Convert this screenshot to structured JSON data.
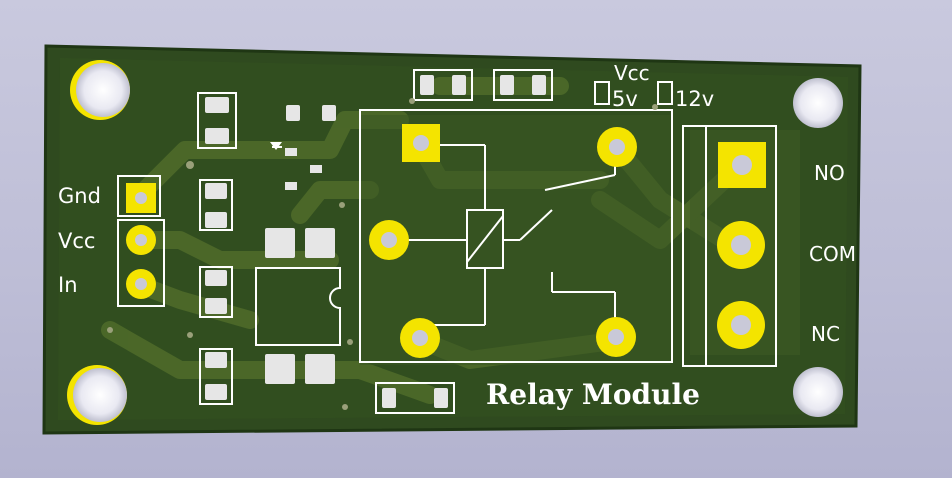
{
  "board": {
    "pcb_color": "#2f4a1f",
    "pcb_edge_color": "#24401a",
    "copper_color": "#4f6b28",
    "pad_color": "#f4e400",
    "smd_pad_color": "#e6e6e6",
    "silkscreen_color": "#ffffff",
    "background_color": "#c4c4dc"
  },
  "labels": {
    "gnd": "Gnd",
    "vcc": "Vcc",
    "in": "In",
    "vcc_select": "Vcc",
    "opt_5v": "5v",
    "opt_12v": "12v",
    "no": "NO",
    "com": "COM",
    "nc": "NC",
    "title": "Relay Module"
  }
}
